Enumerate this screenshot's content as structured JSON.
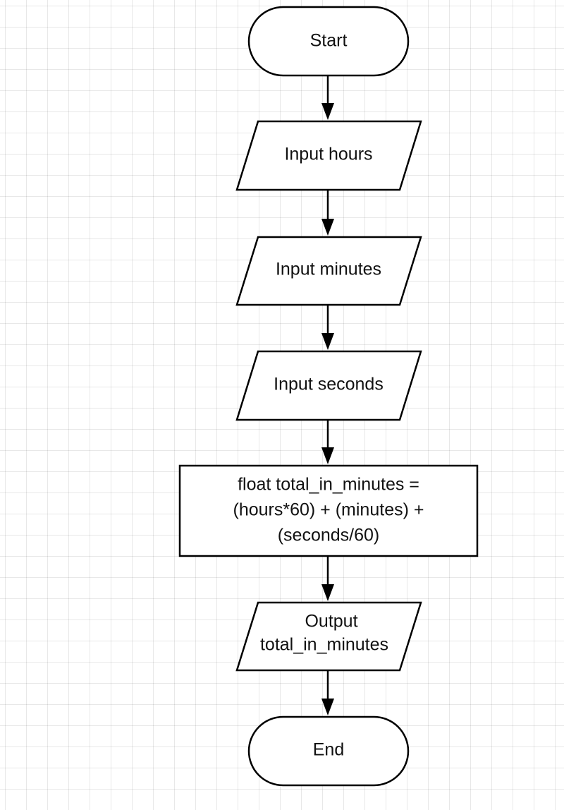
{
  "flowchart": {
    "start": "Start",
    "input_hours": "Input hours",
    "input_minutes": "Input minutes",
    "input_seconds": "Input seconds",
    "process": {
      "line1": "float total_in_minutes =",
      "line2": "(hours*60) + (minutes) +",
      "line3": "(seconds/60)"
    },
    "output": {
      "line1": "Output",
      "line2": "total_in_minutes"
    },
    "end": "End"
  }
}
